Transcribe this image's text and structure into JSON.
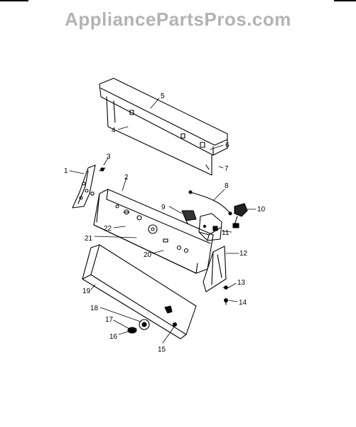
{
  "watermark": {
    "text": "AppliancePartsPros.com",
    "color": "#b3b3b3"
  },
  "diagram": {
    "line_color": "#000000",
    "parts": [
      {
        "id": "part-1",
        "label": "1"
      },
      {
        "id": "part-2",
        "label": "2"
      },
      {
        "id": "part-3",
        "label": "3"
      },
      {
        "id": "part-4",
        "label": "4"
      },
      {
        "id": "part-5",
        "label": "5"
      },
      {
        "id": "part-6",
        "label": "6"
      },
      {
        "id": "part-7",
        "label": "7"
      },
      {
        "id": "part-8",
        "label": "8"
      },
      {
        "id": "part-9",
        "label": "9"
      },
      {
        "id": "part-10",
        "label": "10"
      },
      {
        "id": "part-11",
        "label": "11"
      },
      {
        "id": "part-12",
        "label": "12"
      },
      {
        "id": "part-13",
        "label": "13"
      },
      {
        "id": "part-14",
        "label": "14"
      },
      {
        "id": "part-15",
        "label": "15"
      },
      {
        "id": "part-16",
        "label": "16"
      },
      {
        "id": "part-17",
        "label": "17"
      },
      {
        "id": "part-18",
        "label": "18"
      },
      {
        "id": "part-19",
        "label": "19"
      },
      {
        "id": "part-20",
        "label": "20"
      },
      {
        "id": "part-21",
        "label": "21"
      },
      {
        "id": "part-22",
        "label": "22"
      }
    ]
  }
}
